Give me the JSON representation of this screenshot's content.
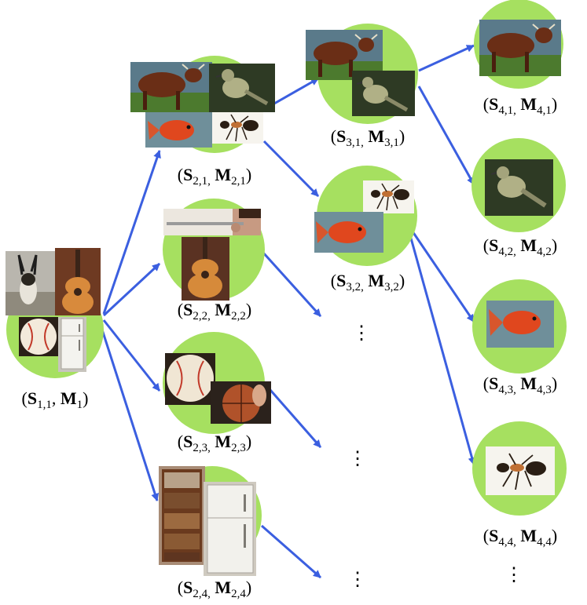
{
  "colors": {
    "circle": "#a6e060",
    "arrow": "#3b5fe0"
  },
  "nodes": [
    {
      "id": "n11",
      "label": {
        "s": "S",
        "s_sub": "1,1",
        "m": "M",
        "m_sub": "1"
      },
      "images": [
        "pronghorn",
        "guitar",
        "baseball",
        "refrigerator"
      ]
    },
    {
      "id": "n21",
      "label": {
        "s": "S",
        "s_sub": "2,1,",
        "m": "M",
        "m_sub": "2,1"
      },
      "images": [
        "cow",
        "bird",
        "goldfish",
        "ant"
      ]
    },
    {
      "id": "n22",
      "label": {
        "s": "S",
        "s_sub": "2,2,",
        "m": "M",
        "m_sub": "2,2"
      },
      "images": [
        "flute",
        "guitar"
      ]
    },
    {
      "id": "n23",
      "label": {
        "s": "S",
        "s_sub": "2,3,",
        "m": "M",
        "m_sub": "2,3"
      },
      "images": [
        "baseball",
        "basketball"
      ]
    },
    {
      "id": "n24",
      "label": {
        "s": "S",
        "s_sub": "2,4,",
        "m": "M",
        "m_sub": "2,4"
      },
      "images": [
        "bookshelf",
        "refrigerator"
      ]
    },
    {
      "id": "n31",
      "label": {
        "s": "S",
        "s_sub": "3,1,",
        "m": "M",
        "m_sub": "3,1"
      },
      "images": [
        "cow",
        "bird"
      ]
    },
    {
      "id": "n32",
      "label": {
        "s": "S",
        "s_sub": "3,2,",
        "m": "M",
        "m_sub": "3,2"
      },
      "images": [
        "ant",
        "goldfish"
      ]
    },
    {
      "id": "n41",
      "label": {
        "s": "S",
        "s_sub": "4,1,",
        "m": "M",
        "m_sub": "4,1"
      },
      "images": [
        "cow"
      ]
    },
    {
      "id": "n42",
      "label": {
        "s": "S",
        "s_sub": "4,2,",
        "m": "M",
        "m_sub": "4,2"
      },
      "images": [
        "bird"
      ]
    },
    {
      "id": "n43",
      "label": {
        "s": "S",
        "s_sub": "4,3,",
        "m": "M",
        "m_sub": "4,3"
      },
      "images": [
        "goldfish"
      ]
    },
    {
      "id": "n44",
      "label": {
        "s": "S",
        "s_sub": "4,4,",
        "m": "M",
        "m_sub": "4,4"
      },
      "images": [
        "ant"
      ]
    }
  ],
  "edges": [
    [
      "n11",
      "n21"
    ],
    [
      "n11",
      "n22"
    ],
    [
      "n11",
      "n23"
    ],
    [
      "n11",
      "n24"
    ],
    [
      "n21",
      "n31"
    ],
    [
      "n21",
      "n32"
    ],
    [
      "n31",
      "n41"
    ],
    [
      "n31",
      "n42"
    ],
    [
      "n32",
      "n43"
    ],
    [
      "n32",
      "n44"
    ]
  ],
  "ellipsis": "⋮"
}
